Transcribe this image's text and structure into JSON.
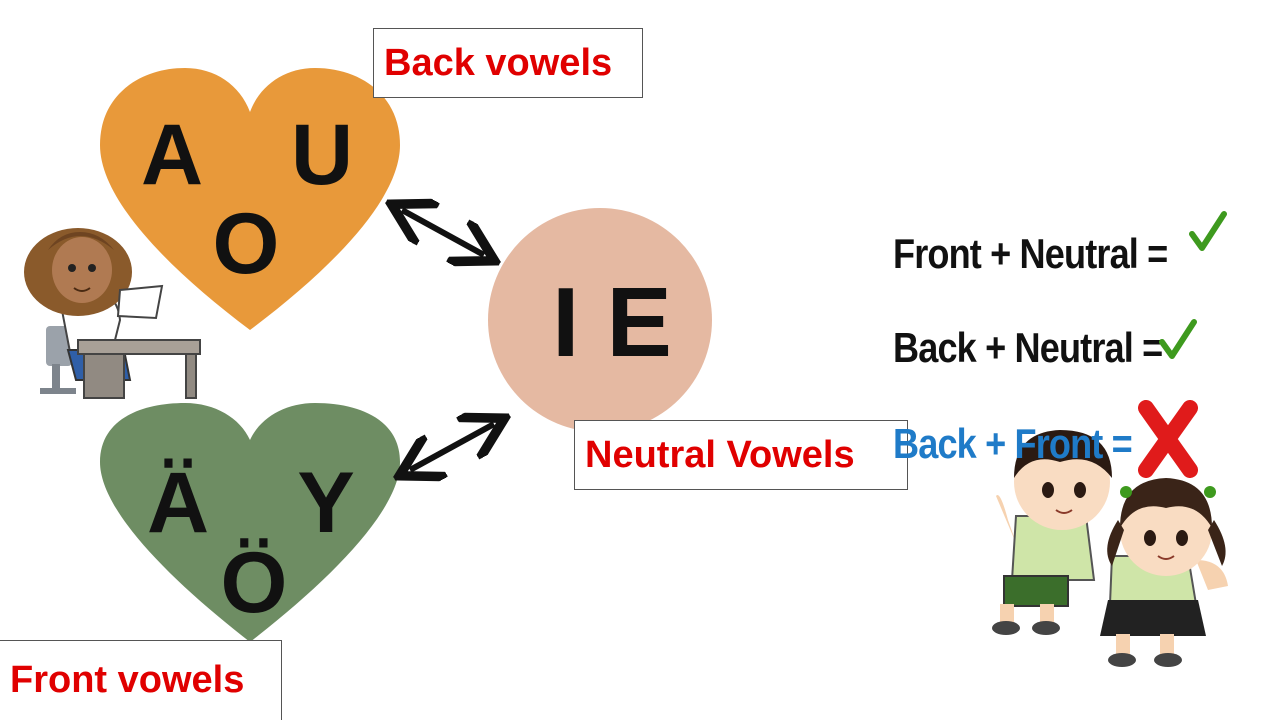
{
  "back_group": {
    "label": "Back vowels",
    "letters": [
      "A",
      "U",
      "O"
    ],
    "color": "#E8993A"
  },
  "front_group": {
    "label": "Front vowels",
    "letters": [
      "Ä",
      "Y",
      "Ö"
    ],
    "color": "#6E8D63"
  },
  "neutral_group": {
    "label": "Neutral Vowels",
    "letters": "I E",
    "color": "#E5B9A2"
  },
  "rules": [
    {
      "text": "Front + Neutral =",
      "result": "check-icon",
      "text_color": "#111111"
    },
    {
      "text": "Back + Neutral =",
      "result": "check-icon",
      "text_color": "#111111"
    },
    {
      "text": "Back + Front =",
      "result": "cross-icon",
      "text_color": "#1F7BC8"
    }
  ],
  "colors": {
    "label_red": "#E00000",
    "check_green": "#3E9A1E",
    "cross_red": "#E01B1B"
  }
}
